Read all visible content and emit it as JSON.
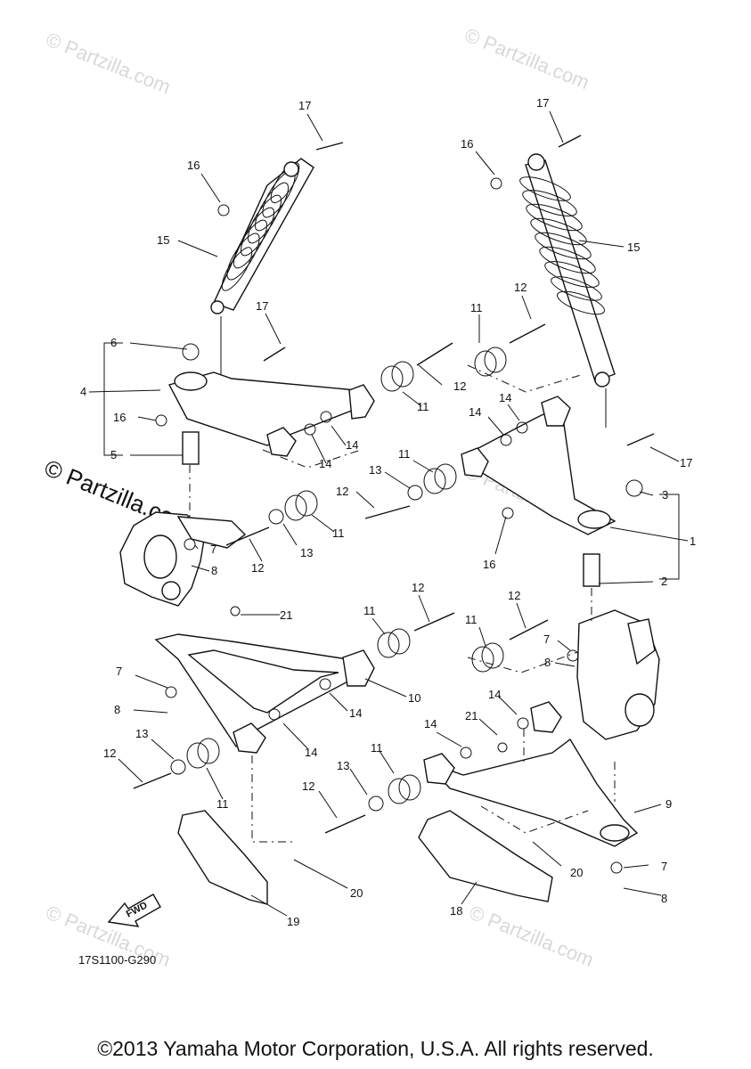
{
  "diagram_code": "17S1100-G290",
  "fwd_label": "FWD",
  "watermark_small": "© Partzilla.com",
  "watermark_large": "© Partzilla.com",
  "copyright": "©2013 Yamaha Motor Corporation, U.S.A. All rights reserved.",
  "callouts": [
    "1",
    "2",
    "3",
    "4",
    "5",
    "6",
    "7",
    "8",
    "9",
    "10",
    "11",
    "12",
    "13",
    "14",
    "15",
    "16",
    "17",
    "18",
    "19",
    "20",
    "21"
  ]
}
